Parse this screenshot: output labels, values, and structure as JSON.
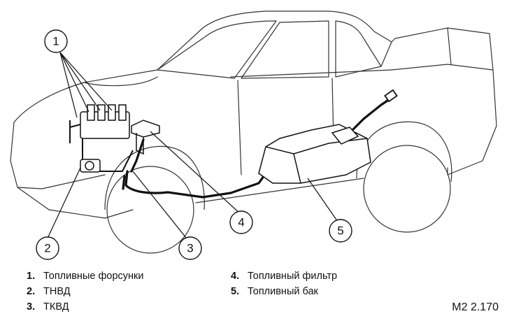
{
  "callouts": [
    {
      "num": "1"
    },
    {
      "num": "2"
    },
    {
      "num": "3"
    },
    {
      "num": "4"
    },
    {
      "num": "5"
    }
  ],
  "legend": {
    "left": [
      {
        "num": "1.",
        "label": "Топливные форсунки"
      },
      {
        "num": "2.",
        "label": "ТНВД"
      },
      {
        "num": "3.",
        "label": "ТКВД"
      }
    ],
    "right": [
      {
        "num": "4.",
        "label": "Топливный фильтр"
      },
      {
        "num": "5.",
        "label": "Топливный бак"
      }
    ]
  },
  "figure_code": "M2 2.170",
  "colors": {
    "line": "#111111",
    "background": "#ffffff"
  }
}
